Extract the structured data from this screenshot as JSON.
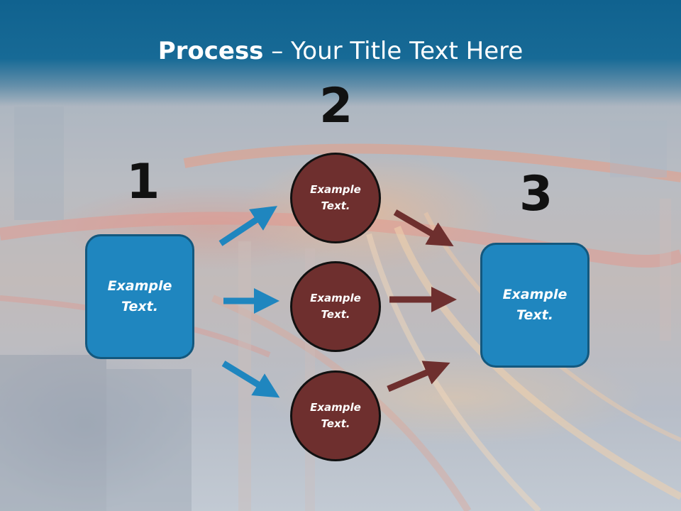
{
  "title": {
    "bold": "Process",
    "rest": " – Your Title Text Here"
  },
  "steps": {
    "one": "1",
    "two": "2",
    "three": "3"
  },
  "left_box": {
    "line1": "Example",
    "line2": "Text."
  },
  "right_box": {
    "line1": "Example",
    "line2": "Text."
  },
  "circles": [
    {
      "line1": "Example",
      "line2": "Text."
    },
    {
      "line1": "Example",
      "line2": "Text."
    },
    {
      "line1": "Example",
      "line2": "Text."
    }
  ],
  "colors": {
    "header": "#10628f",
    "box_fill": "#1f86bf",
    "circle_fill": "#6e2f2e",
    "blue_arrow": "#1f86bf",
    "brown_arrow": "#6e2f2e"
  }
}
